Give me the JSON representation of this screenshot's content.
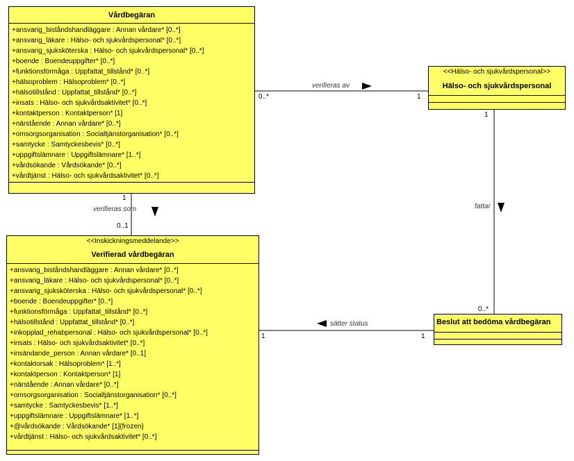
{
  "classes": {
    "vardbegaran": {
      "name": "Vårdbegäran",
      "attributes": [
        "+ansvarig_biståndshandläggare : Annan vårdare* [0..*]",
        "+ansvarig_läkare : Hälso- och sjukvårdspersonal* [0..*]",
        "+ansvarig_sjuksköterska : Hälso- och sjukvårdspersonal* [0..*]",
        "+boende : Boendeuppgifter* [0..*]",
        "+funktionsförmåga : Uppfattat_tillstånd* [0..*]",
        "+hälsoproblem : Hälsoproblem* [0..*]",
        "+hälsotillstånd : Uppfattat_tillstånd* [0..*]",
        "+insats : Hälso- och sjukvårdsaktivitet* [0..*]",
        "+kontaktperson : Kontaktperson* [1]",
        "+närstående : Annan vårdare* [0..*]",
        "+omsorgsorganisation : Socialtjänstorganisation* [0..*]",
        "+samtycke : Samtyckesbevis* [0..*]",
        "+uppgiftslämnare : Uppgiftslämnare* [1..*]",
        "+vårdsökande : Vårdsökande* [0..*]",
        "+vårdtjänst : Hälso- och sjukvårdsaktivitet* [0..*]"
      ]
    },
    "halso": {
      "stereotype": "<<Hälso- och sjukvårdspersonal>>",
      "name": "Hälso- och sjukvårdspersonal"
    },
    "verifierad": {
      "stereotype": "<<Inskickningsmeddelande>>",
      "name": "Verifierad vårdbegäran",
      "attributes": [
        "+ansvarig_biståndshandläggare : Annan vårdare* [0..*]",
        "+ansvarig_läkare : Hälso- och sjukvårdspersonal* [0..*]",
        "+ansvarig_sjuksköterska : Hälso- och sjukvårdspersonal* [0..*]",
        "+boende : Boendeuppgifter* [0..*]",
        "+funktionsförmåga : Uppfattat_tillstånd* [0..*]",
        "+hälsotillstånd : Uppfattat_tillstånd* [0..*]",
        "+inkopplad_rehabpersonal : Hälso- och sjukvårdspersonal* [0..*]",
        "+insats : Hälso- och sjukvårdsaktivitet* [0..*]",
        "+insändande_person : Annan vårdare* [0..1]",
        "+kontaktorsak : Hälsoproblem* [1..*]",
        "+kontaktperson : Kontaktperson* [1]",
        "+närstående : Annan vårdare* [0..*]",
        "+omsorgsorganisation : Socialtjänstorganisation* [0..*]",
        "+samtycke : Samtyckesbevis* [1..*]",
        "+uppgiftslämnare : Uppgiftslämnare* [1..*]",
        "+@vårdsökande : Vårdsökande* [1]{frozen}",
        "+vårdtjänst : Hälso- och sjukvårdsaktivitet* [0..*]"
      ]
    },
    "beslut": {
      "name": "Beslut att bedöma vårdbegäran"
    }
  },
  "associations": {
    "verifieras_av": {
      "label": "verifieras av",
      "mult_source": "0..*",
      "mult_target": "1"
    },
    "verifieras_som": {
      "label": "verifieras som",
      "mult_source": "1",
      "mult_target": "0..1"
    },
    "fattar": {
      "label": "fattar",
      "mult_source": "1",
      "mult_target": "0..*"
    },
    "satter_status": {
      "label": "sätter status",
      "mult_source": "1",
      "mult_target": "1"
    }
  },
  "colors": {
    "class_fill": "#ffff66",
    "line": "#000000"
  }
}
